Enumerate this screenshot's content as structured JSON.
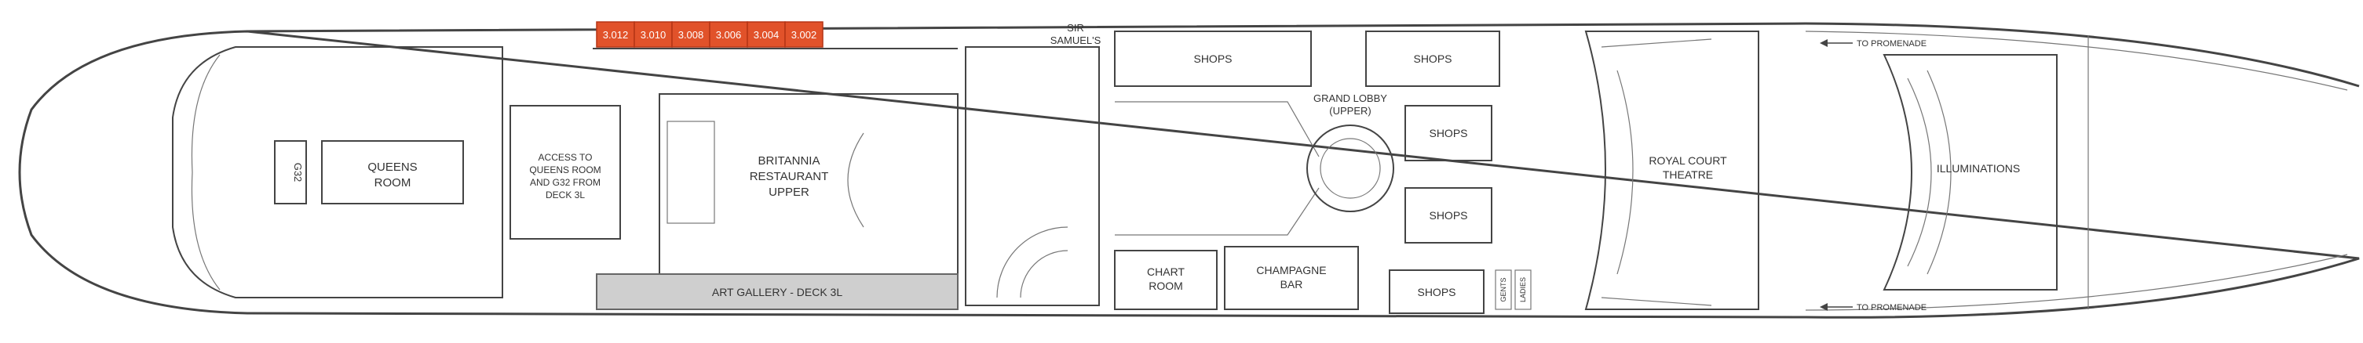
{
  "deck_plan": {
    "colors": {
      "hull": "#222222",
      "line": "#444444",
      "fixture": "#888888",
      "cabin_fill": "#e1522a",
      "cabin_stroke": "#b53415",
      "cabin_text": "#ffffff",
      "gallery_fill": "#cfcfcf",
      "label_text": "#333333"
    },
    "cabins": [
      "3.012",
      "3.010",
      "3.008",
      "3.006",
      "3.004",
      "3.002"
    ],
    "labels": {
      "g32": "G32",
      "queens_room": [
        "QUEENS",
        "ROOM"
      ],
      "access": [
        "ACCESS TO",
        "QUEENS ROOM",
        "AND G32 FROM",
        "DECK 3L"
      ],
      "britannia": [
        "BRITANNIA",
        "RESTAURANT",
        "UPPER"
      ],
      "sir_samuels": [
        "SIR",
        "SAMUEL'S"
      ],
      "shops": "SHOPS",
      "grand_lobby": [
        "GRAND LOBBY",
        "(UPPER)"
      ],
      "chart_room": [
        "CHART",
        "ROOM"
      ],
      "champagne_bar": [
        "CHAMPAGNE",
        "BAR"
      ],
      "royal_court": [
        "ROYAL COURT",
        "THEATRE"
      ],
      "illuminations": "ILLUMINATIONS",
      "to_promenade": "TO PROMENADE",
      "art_gallery": "ART GALLERY - DECK 3L",
      "gents": "GENTS",
      "ladies": "LADIES"
    }
  }
}
